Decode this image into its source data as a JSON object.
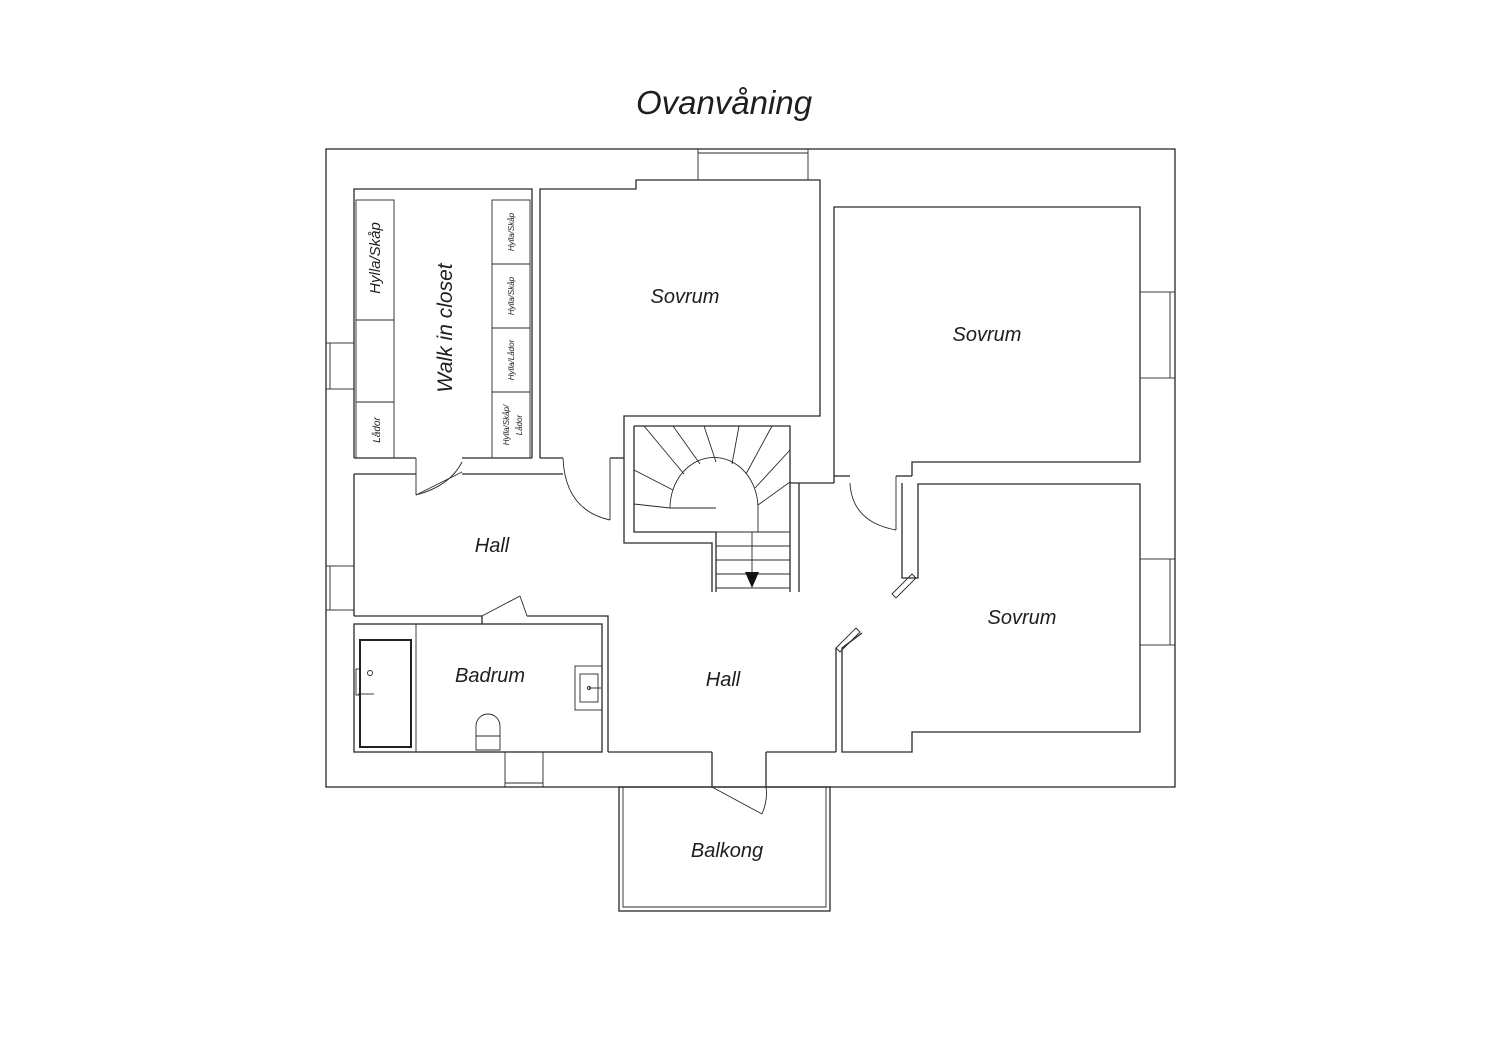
{
  "plan": {
    "title": "Ovanvåning",
    "rooms": {
      "walk_in_closet": "Walk in closet",
      "sovrum_1": "Sovrum",
      "sovrum_2": "Sovrum",
      "sovrum_3": "Sovrum",
      "hall_1": "Hall",
      "hall_2": "Hall",
      "badrum": "Badrum",
      "balkong": "Balkong"
    },
    "storage": {
      "left_top": "Hylla/Skåp",
      "left_bottom": "Lådor",
      "right_1": "Hylla/Skåp",
      "right_2": "Hylla/Skåp",
      "right_3": "Hylla/Lådor",
      "right_4_line1": "Hylla/Skåp/",
      "right_4_line2": "Lådor"
    }
  }
}
